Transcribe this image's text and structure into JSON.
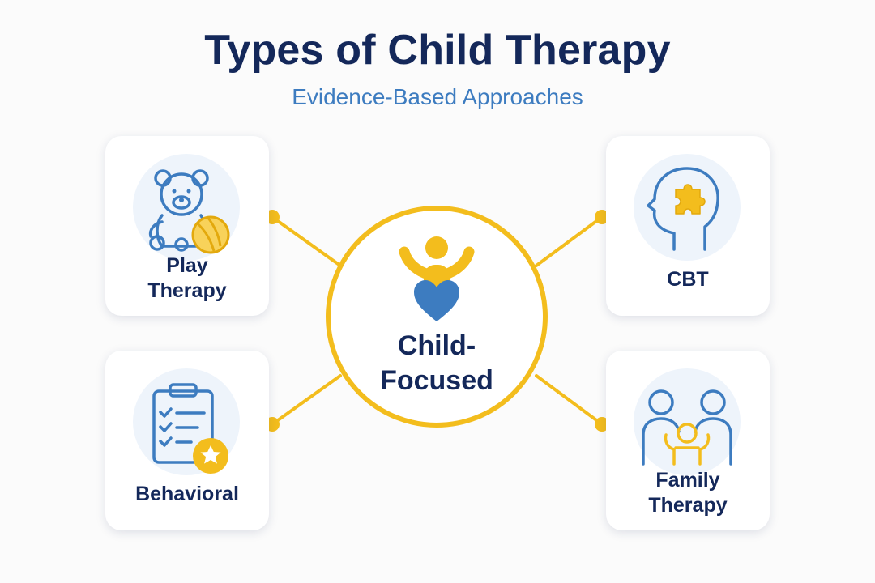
{
  "header": {
    "title": "Types of Child Therapy",
    "subtitle": "Evidence-Based Approaches"
  },
  "center": {
    "label_line1": "Child-",
    "label_line2": "Focused",
    "icon": "child-heart-icon"
  },
  "cards": {
    "play": {
      "line1": "Play",
      "line2": "Therapy",
      "icon": "teddy-bear-ball-icon"
    },
    "cbt": {
      "label": "CBT",
      "icon": "head-puzzle-icon"
    },
    "behavioral": {
      "label": "Behavioral",
      "icon": "clipboard-star-icon"
    },
    "family": {
      "line1": "Family",
      "line2": "Therapy",
      "icon": "family-icon"
    }
  },
  "colors": {
    "navy": "#14285a",
    "blue": "#3d7cc0",
    "yellow": "#f3bd1d",
    "card_bg": "#ffffff",
    "icon_bg": "#eef4fb"
  }
}
